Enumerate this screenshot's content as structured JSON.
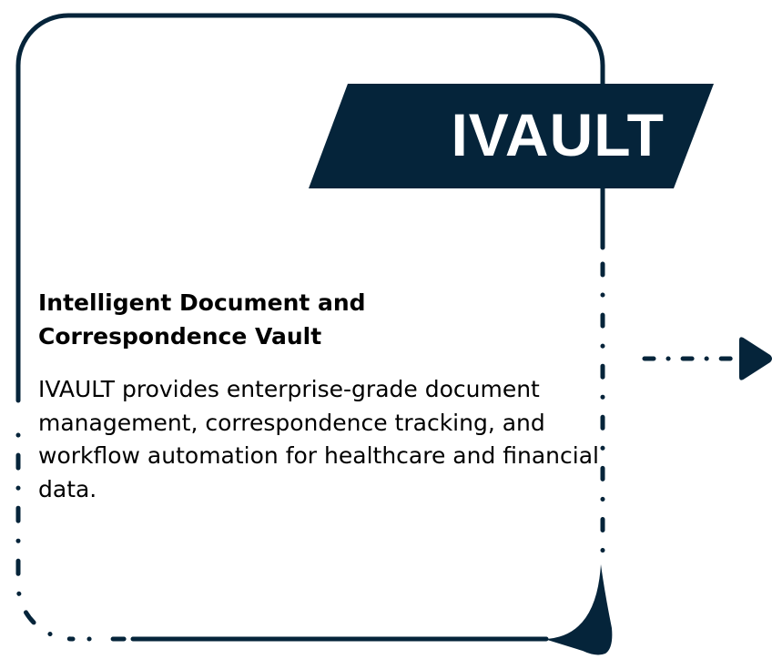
{
  "banner": {
    "title": "IVAULT"
  },
  "content": {
    "heading": "Intelligent Document and Correspondence Vault",
    "description": "IVAULT provides enterprise-grade document management, correspondence tracking, and workflow automation for healthcare and financial data."
  },
  "colors": {
    "primary": "#05243a",
    "background": "#ffffff"
  }
}
